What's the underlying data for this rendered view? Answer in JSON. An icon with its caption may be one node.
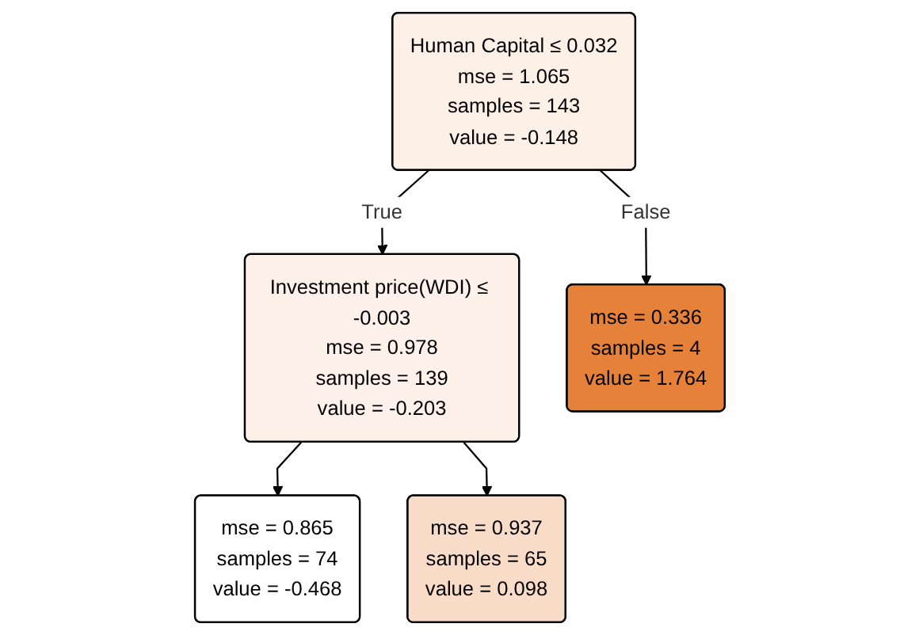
{
  "diagram": {
    "nodes": [
      {
        "text": [
          "Human Capital ≤ 0.032",
          "mse = 1.065",
          "samples = 143",
          "value = -0.148"
        ]
      },
      {
        "text": [
          "Investment price(WDI) ≤ -0.003",
          "mse = 0.978",
          "samples = 139",
          "value = -0.203"
        ]
      },
      {
        "text": [
          "mse = 0.336",
          "samples = 4",
          "value = 1.764"
        ]
      },
      {
        "text": [
          "mse = 0.865",
          "samples = 74",
          "value = -0.468"
        ]
      },
      {
        "text": [
          "mse = 0.937",
          "samples = 65",
          "value = 0.098"
        ]
      }
    ],
    "edges": [
      {
        "from": 0,
        "to": 1,
        "arrow": "to",
        "label": "True"
      },
      {
        "from": 0,
        "to": 2,
        "arrow": "to",
        "label": "False"
      },
      {
        "from": 1,
        "to": 3,
        "arrow": "to"
      },
      {
        "from": 1,
        "to": 4,
        "arrow": "to"
      }
    ]
  }
}
